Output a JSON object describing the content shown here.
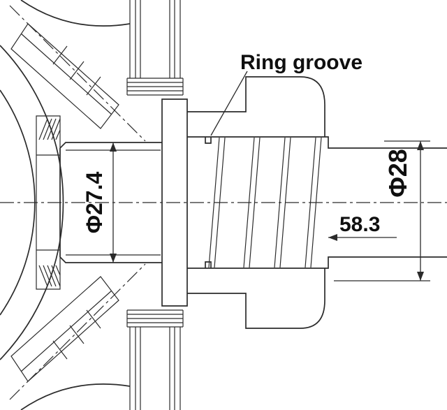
{
  "drawing": {
    "type": "engineering-cross-section",
    "labels": {
      "ring_groove": "Ring groove",
      "diameter_inner": "Φ27.4",
      "diameter_outer": "Φ28",
      "length": "58.3"
    },
    "colors": {
      "line": "#2b2b2b",
      "text": "#0f0f0f",
      "background": "#ffffff"
    }
  }
}
